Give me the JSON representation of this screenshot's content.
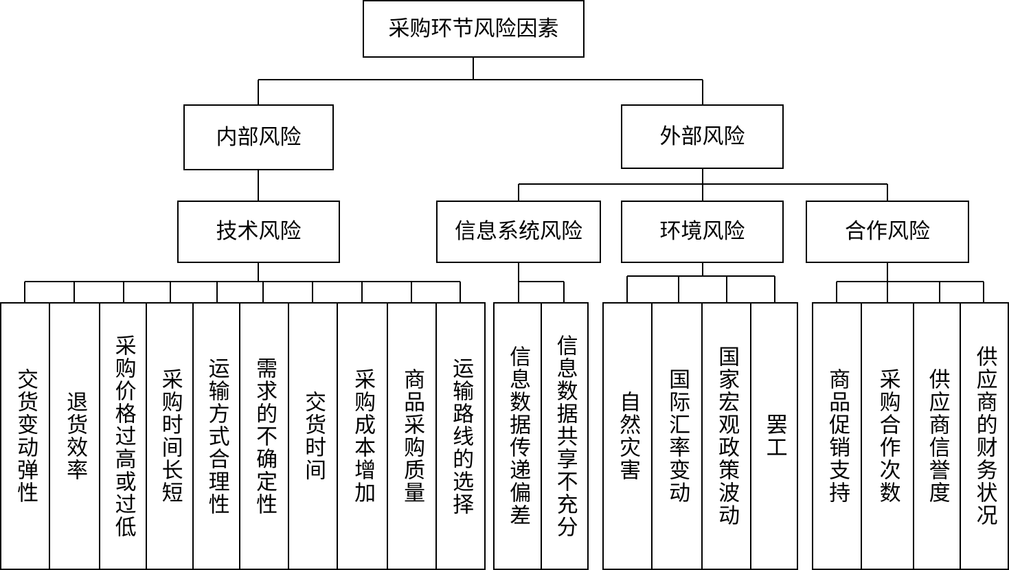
{
  "root": "采购环节风险因素",
  "level1": {
    "internal": "内部风险",
    "external": "外部风险"
  },
  "level2": {
    "tech": "技术风险",
    "info": "信息系统风险",
    "env": "环境风险",
    "coop": "合作风险"
  },
  "leaves": {
    "tech": [
      "交货变动弹性",
      "退货效率",
      "采购价格过高或过低",
      "采购时间长短",
      "运输方式合理性",
      "需求的不确定性",
      "交货时间",
      "采购成本增加",
      "商品采购质量",
      "运输路线的选择"
    ],
    "info": [
      "信息数据传递偏差",
      "信息数据共享不充分"
    ],
    "env": [
      "自然灾害",
      "国际汇率变动",
      "国家宏观政策波动",
      "罢工"
    ],
    "coop": [
      "商品促销支持",
      "采购合作次数",
      "供应商信誉度",
      "供应商的财务状况"
    ]
  }
}
